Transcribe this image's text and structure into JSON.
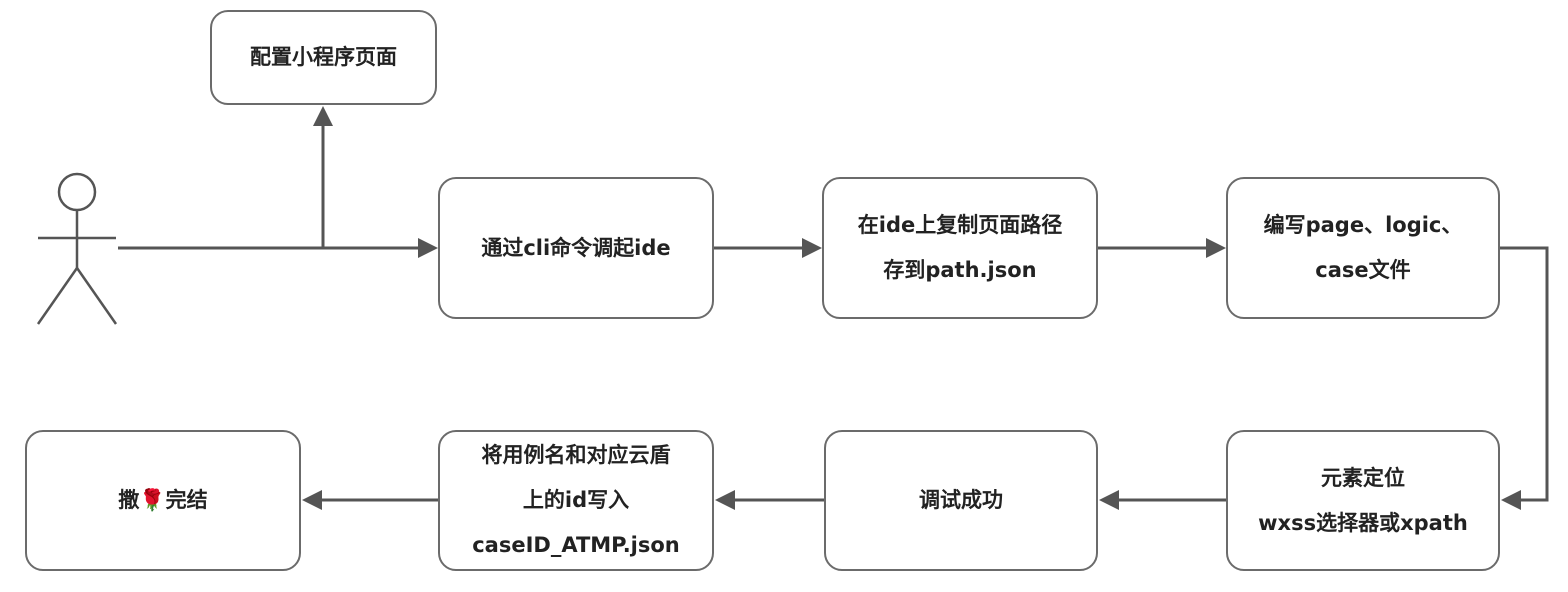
{
  "diagram": {
    "stroke_color": "#555555",
    "box_border_color": "#6b6b6b",
    "text_color": "#222222",
    "actor": {
      "icon": "stick-figure-actor"
    },
    "nodes": {
      "config_page": {
        "lines": [
          "配置小程序页面"
        ]
      },
      "cli_ide": {
        "lines": [
          "通过cli命令调起ide"
        ]
      },
      "copy_path": {
        "lines": [
          "在ide上复制页面路径",
          "存到path.json"
        ]
      },
      "write_files": {
        "lines": [
          "编写page、logic、",
          "case文件"
        ]
      },
      "locate": {
        "lines": [
          "元素定位",
          "wxss选择器或xpath"
        ]
      },
      "debug_ok": {
        "lines": [
          "调试成功"
        ]
      },
      "write_ids": {
        "lines": [
          "将用例名和对应云盾",
          "上的id写入",
          "caseID_ATMP.json"
        ]
      },
      "done": {
        "prefix": "撒",
        "emoji": "🌹",
        "suffix": "完结"
      }
    }
  }
}
